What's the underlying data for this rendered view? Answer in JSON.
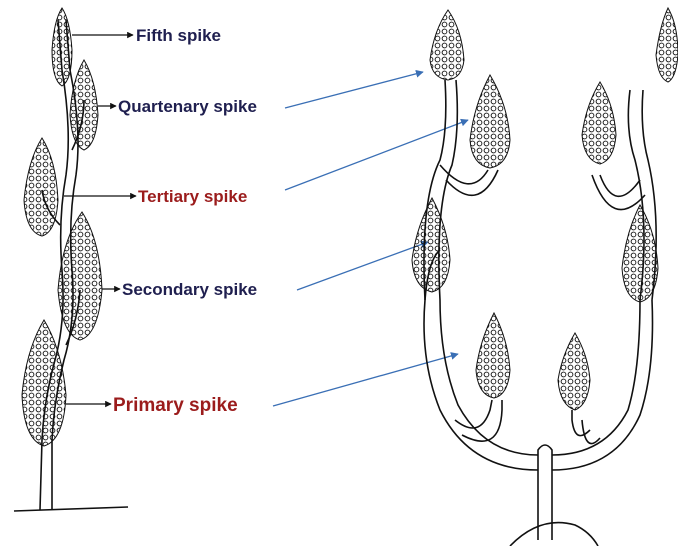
{
  "labels": {
    "fifth": "Fifth spike",
    "quaternary": "Quartenary spike",
    "tertiary": "Tertiary spike",
    "secondary": "Secondary spike",
    "primary": "Primary spike"
  },
  "colors": {
    "navy": "#1f1f4f",
    "maroon": "#9b1c1c",
    "arrow_blue": "#3a6fb5",
    "ink": "#111111"
  }
}
